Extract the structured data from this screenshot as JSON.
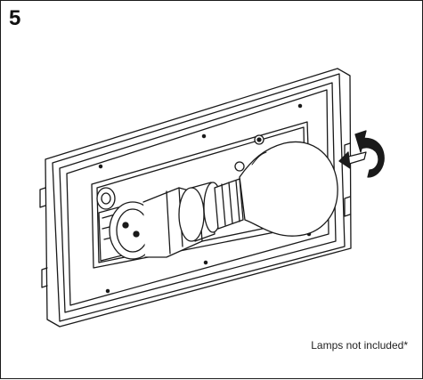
{
  "step": {
    "number": "5"
  },
  "note": {
    "text": "Lamps not included*"
  },
  "illustration": {
    "parts": [
      "wall-plate",
      "lamp-holder",
      "light-bulb",
      "rotation-arrow"
    ],
    "line_color": "#1a1a1a",
    "fill_color": "#ffffff"
  }
}
